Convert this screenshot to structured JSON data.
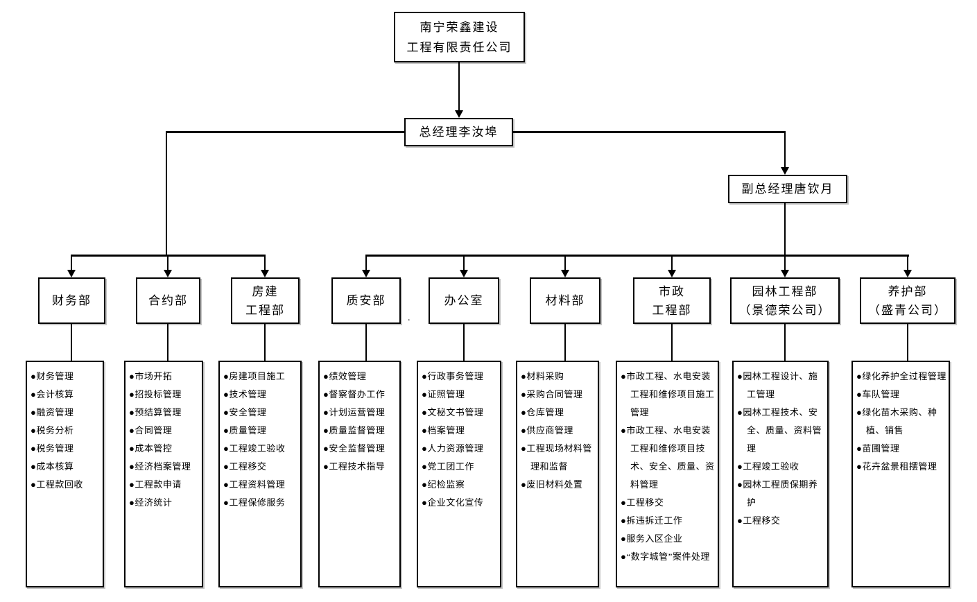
{
  "colors": {
    "line": "#000000",
    "background": "#ffffff",
    "text": "#000000"
  },
  "org": {
    "company": "南宁荣鑫建设\n工程有限责任公司",
    "general_manager": "总经理李汝埠",
    "deputy_general_manager": "副总经理唐钦月",
    "stray_mark": ".",
    "departments": [
      {
        "name": "财务部",
        "items": [
          "●财务管理",
          "●会计核算",
          "●融资管理",
          "●税务分析",
          "●税务管理",
          "●成本核算",
          "●工程款回收"
        ]
      },
      {
        "name": "合约部",
        "items": [
          "●市场开拓",
          "●招投标管理",
          "●预结算管理",
          "●合同管理",
          "●成本管控",
          "●经济档案管理",
          "●工程款申请",
          "●经济统计"
        ]
      },
      {
        "name": "房建\n工程部",
        "items": [
          "●房建项目施工",
          "●技术管理",
          "●安全管理",
          "●质量管理",
          "●工程竣工验收",
          "●工程移交",
          "●工程资料管理",
          "●工程保修服务"
        ]
      },
      {
        "name": "质安部",
        "items": [
          "●绩效管理",
          "●督察督办工作",
          "●计划运营管理",
          "●质量监督管理",
          "●安全监督管理",
          "●工程技术指导"
        ]
      },
      {
        "name": "办公室",
        "items": [
          "●行政事务管理",
          "●证照管理",
          "●文秘文书管理",
          "●档案管理",
          "●人力资源管理",
          "●党工团工作",
          "●纪检监察",
          "●企业文化宣传"
        ]
      },
      {
        "name": "材料部",
        "items": [
          "●材料采购",
          "●采购合同管理",
          "●仓库管理",
          "●供应商管理",
          "●工程现场材料管理和监督",
          "●废旧材料处置"
        ]
      },
      {
        "name": "市政\n工程部",
        "items": [
          "●市政工程、水电安装工程和维修项目施工管理",
          "●市政工程、水电安装工程和维修项目技术、安全、质量、资料管理",
          "●工程移交",
          "●拆违拆迁工作",
          "●服务入区企业",
          "●“数字城管”案件处理"
        ]
      },
      {
        "name": "园林工程部\n（景德荣公司）",
        "items": [
          "●园林工程设计、施工管理",
          "●园林工程技术、安全、质量、资料管理",
          "●工程竣工验收",
          "●园林工程质保期养护",
          "●工程移交"
        ]
      },
      {
        "name": "养护部\n（盛青公司）",
        "items": [
          "●绿化养护全过程管理",
          "●车队管理",
          "●绿化苗木采购、种植、销售",
          "●苗圃管理",
          "●花卉盆景租摆管理"
        ]
      }
    ]
  }
}
